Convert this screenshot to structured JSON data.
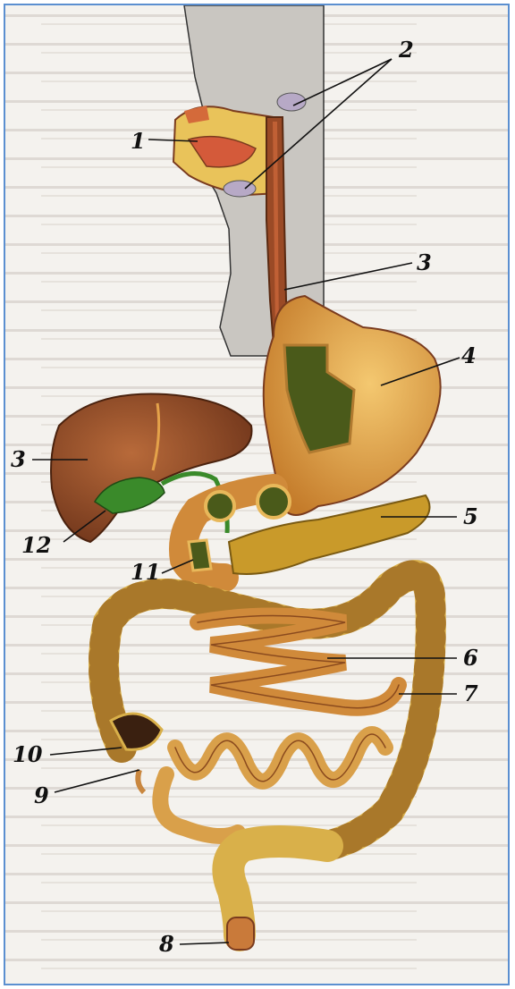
{
  "diagram": {
    "labels": [
      "1",
      "2",
      "3",
      "3",
      "4",
      "5",
      "6",
      "7",
      "8",
      "9",
      "10",
      "11",
      "12"
    ]
  },
  "colors": {
    "frame": "#5b8fd0",
    "organ_dark": "#7a3b1e",
    "organ_mid": "#c9873f",
    "organ_light": "#e8b85a",
    "liver": "#8a4a2a",
    "gallbladder": "#3a8a2a",
    "inner": "#4a5a1a",
    "background_text": "#b9b3ad"
  },
  "icons": [
    "esophagus-shape",
    "stomach-shape",
    "liver-shape",
    "intestine-shape"
  ]
}
